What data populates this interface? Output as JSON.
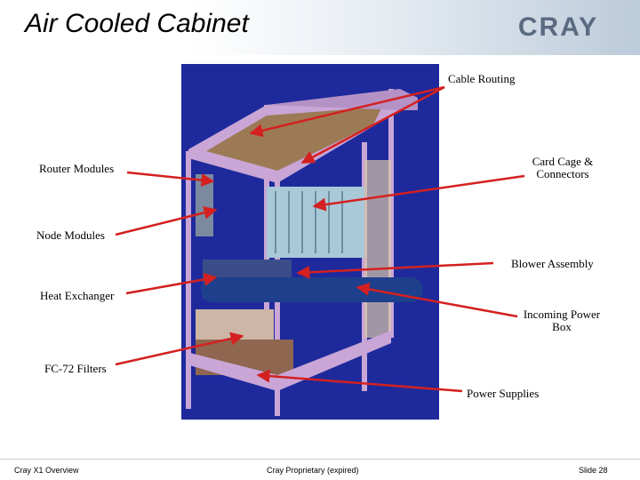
{
  "slide": {
    "title": "Air Cooled Cabinet",
    "logo_text": "CRAY"
  },
  "callouts": {
    "cable_routing": "Cable Routing",
    "router_modules": "Router Modules",
    "card_cage_line1": "Card Cage &",
    "card_cage_line2": "Connectors",
    "node_modules": "Node Modules",
    "blower_assembly": "Blower Assembly",
    "heat_exchanger": "Heat Exchanger",
    "incoming_power_line1": "Incoming Power",
    "incoming_power_line2": "Box",
    "fc72_filters": "FC-72 Filters",
    "power_supplies": "Power Supplies"
  },
  "footer": {
    "left": "Cray X1 Overview",
    "center": "Cray Proprietary (expired)",
    "right": "Slide 28"
  },
  "colors": {
    "arrow": "#d42020",
    "cabinet_bg": "#1e2a9c",
    "frame": "#c9a6d6",
    "logo": "#5a6a80"
  }
}
